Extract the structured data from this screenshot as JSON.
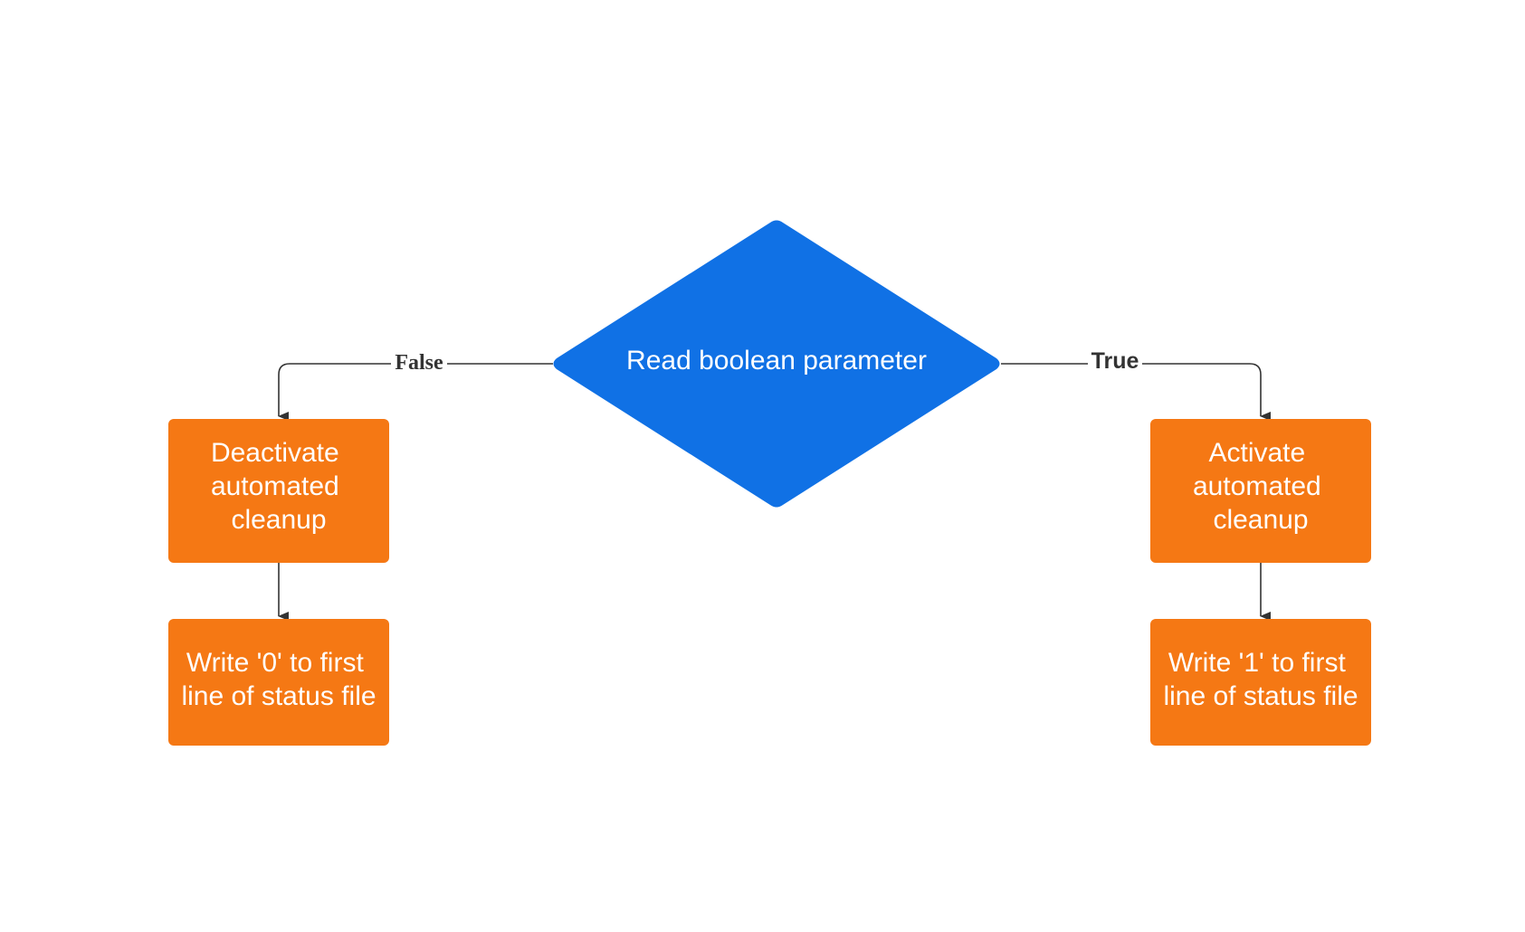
{
  "colors": {
    "decision_fill": "#1071E5",
    "process_fill": "#F57814",
    "edge_stroke": "#333333",
    "background": "#FFFFFF"
  },
  "decision": {
    "label": "Read boolean parameter"
  },
  "edges": {
    "false_label": "False",
    "true_label": "True"
  },
  "left_branch": {
    "first": [
      "Deactivate",
      "automated",
      "cleanup"
    ],
    "second": [
      "Write '0' to first",
      "line of status file"
    ]
  },
  "right_branch": {
    "first": [
      "Activate",
      "automated",
      "cleanup"
    ],
    "second": [
      "Write '1' to first",
      "line of status file"
    ]
  }
}
